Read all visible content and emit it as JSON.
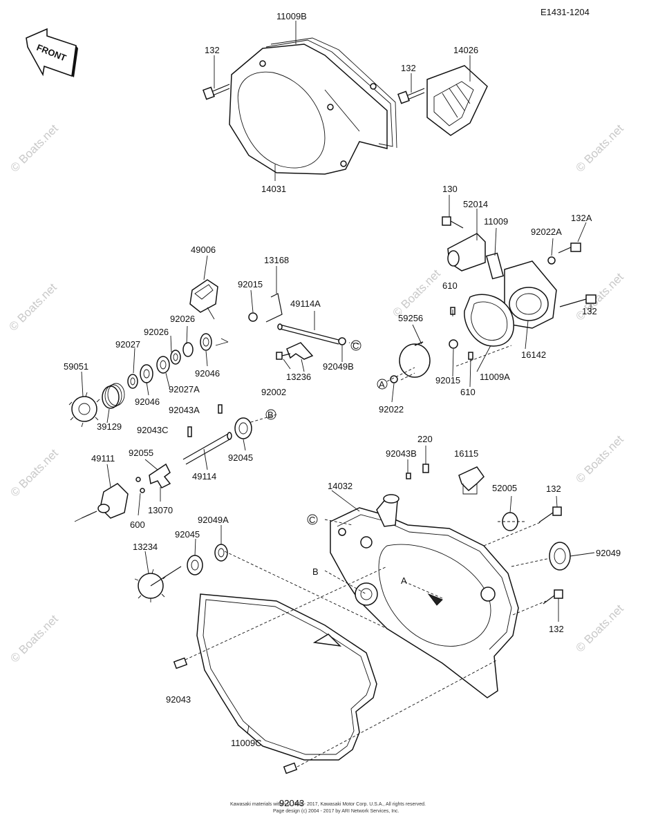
{
  "diagram_code": "E1431-1204",
  "front_label": "FRONT",
  "watermark": "© Boats.net",
  "ref_letters": {
    "A": "A",
    "B": "B",
    "C": "C"
  },
  "parts": {
    "p11009B": "11009B",
    "p132_top": "132",
    "p14026": "14026",
    "p132_mid": "132",
    "p14031": "14031",
    "p130": "130",
    "p52014": "52014",
    "p11009": "11009",
    "p92022A": "92022A",
    "p132A": "132A",
    "p49006": "49006",
    "p13168": "13168",
    "p610_a": "610",
    "p132_r": "132",
    "p92015_a": "92015",
    "p49114A": "49114A",
    "p92026_a": "92026",
    "p59256": "59256",
    "p92027": "92027",
    "p92026_b": "92026",
    "p16142": "16142",
    "p92049B": "92049B",
    "p92046_a": "92046",
    "p13236": "13236",
    "p59051": "59051",
    "p92015_b": "92015",
    "p11009A": "11009A",
    "p92027A": "92027A",
    "p92046_b": "92046",
    "p92002": "92002",
    "p610_b": "610",
    "p92022": "92022",
    "p92043A": "92043A",
    "p39129": "39129",
    "p92043C": "92043C",
    "p92045_a": "92045",
    "p220": "220",
    "p49111": "49111",
    "p92055": "92055",
    "p92043B": "92043B",
    "p16115": "16115",
    "p49114": "49114",
    "p14032": "14032",
    "p52005": "52005",
    "p132_b1": "132",
    "p600": "600",
    "p13070": "13070",
    "p92049A": "92049A",
    "p92045_b": "92045",
    "p92049": "92049",
    "p13234": "13234",
    "p132_b2": "132",
    "p92043_a": "92043",
    "p11009C": "11009C",
    "p92043_b": "92043"
  },
  "copyright": {
    "line1": "Kawasaki materials within © 1985 - 2017, Kawasaki Motor Corp. U.S.A., All rights reserved.",
    "line2": "Page design (c) 2004 - 2017 by ARI Network Services, Inc."
  }
}
